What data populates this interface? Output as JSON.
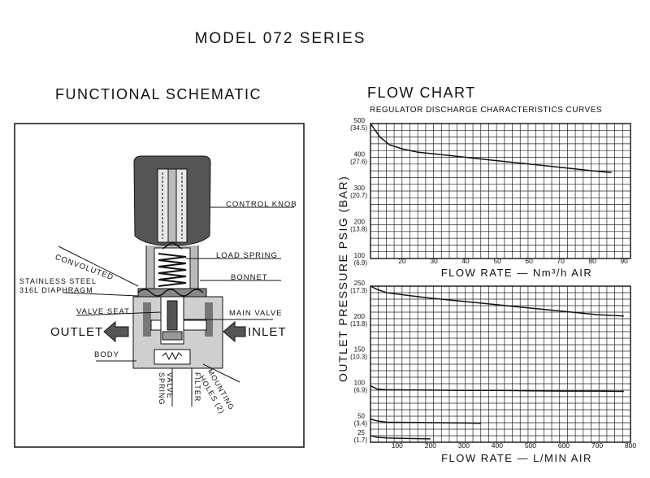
{
  "header": {
    "title": "MODEL 072 SERIES"
  },
  "schematic": {
    "title": "FUNCTIONAL SCHEMATIC",
    "labels": {
      "control_knob": "CONTROL KNOB",
      "load_spring": "LOAD SPRING",
      "bonnet": "BONNET",
      "convoluted": "CONVOLUTED",
      "diaphragm_1": "STAINLESS STEEL",
      "diaphragm_2": "316L DIAPHRAGM",
      "valve_seat": "VALVE SEAT",
      "main_valve": "MAIN VALVE",
      "outlet": "OUTLET",
      "inlet": "INLET",
      "body": "BODY",
      "valve_spring_1": "VALVE",
      "valve_spring_2": "SPRING",
      "filter": "FILTER",
      "mounting_1": "MOUNTING",
      "mounting_2": "HOLES (2)"
    }
  },
  "flow": {
    "title": "FLOW CHART",
    "subtitle": "REGULATOR DISCHARGE CHARACTERISTICS CURVES",
    "shared_ylabel": "OUTLET PRESSURE PSIG (BAR)"
  },
  "chart_data": [
    {
      "type": "line",
      "title": "",
      "xlabel": "FLOW RATE  —  Nm³/h AIR",
      "ylabel": "OUTLET PRESSURE PSIG (BAR)",
      "xlim": [
        10,
        92
      ],
      "ylim": [
        100,
        500
      ],
      "xticks": [
        20,
        30,
        40,
        50,
        60,
        70,
        80,
        90
      ],
      "yticks": [
        {
          "value": 500,
          "label": "500",
          "sub": "(34.5)"
        },
        {
          "value": 400,
          "label": "400",
          "sub": "(27.6)"
        },
        {
          "value": 300,
          "label": "300",
          "sub": "(20.7)"
        },
        {
          "value": 200,
          "label": "200",
          "sub": "(13.8)"
        },
        {
          "value": 100,
          "label": "100",
          "sub": "(6.9)"
        }
      ],
      "grid": true,
      "series": [
        {
          "x": [
            10,
            13,
            16,
            20,
            25,
            30,
            40,
            50,
            60,
            70,
            80,
            86
          ],
          "y": [
            500,
            460,
            437,
            425,
            415,
            410,
            400,
            390,
            380,
            370,
            360,
            355
          ]
        }
      ]
    },
    {
      "type": "line",
      "title": "",
      "xlabel": "FLOW RATE  —  L/MIN AIR",
      "ylabel": "OUTLET PRESSURE PSIG (BAR)",
      "xlim": [
        20,
        800
      ],
      "ylim": [
        15,
        250
      ],
      "xticks": [
        100,
        200,
        300,
        400,
        500,
        600,
        700,
        800
      ],
      "yticks": [
        {
          "value": 250,
          "label": "250",
          "sub": "(17.3)"
        },
        {
          "value": 200,
          "label": "200",
          "sub": "(13.8)"
        },
        {
          "value": 150,
          "label": "150",
          "sub": "(10.3)"
        },
        {
          "value": 100,
          "label": "100",
          "sub": "(6.9)"
        },
        {
          "value": 50,
          "label": "50",
          "sub": "(3.4)"
        },
        {
          "value": 25,
          "label": "25",
          "sub": "(1.7)"
        }
      ],
      "grid": true,
      "series": [
        {
          "x": [
            20,
            40,
            70,
            100,
            200,
            300,
            400,
            500,
            600,
            700,
            780
          ],
          "y": [
            250,
            245,
            240,
            238,
            232,
            227,
            222,
            217,
            212,
            207,
            205
          ]
        },
        {
          "x": [
            20,
            40,
            70,
            100,
            200,
            300,
            400,
            500,
            600,
            700,
            780
          ],
          "y": [
            100,
            95,
            94,
            94,
            93.5,
            93,
            93,
            92.5,
            92,
            92,
            91.5
          ]
        },
        {
          "x": [
            20,
            40,
            70,
            100,
            200,
            300,
            350
          ],
          "y": [
            50,
            47,
            45,
            45,
            44.5,
            44,
            43.5
          ]
        },
        {
          "x": [
            20,
            40,
            70,
            100,
            150,
            200
          ],
          "y": [
            25,
            22.5,
            21.5,
            21,
            20.5,
            20
          ]
        }
      ]
    }
  ]
}
